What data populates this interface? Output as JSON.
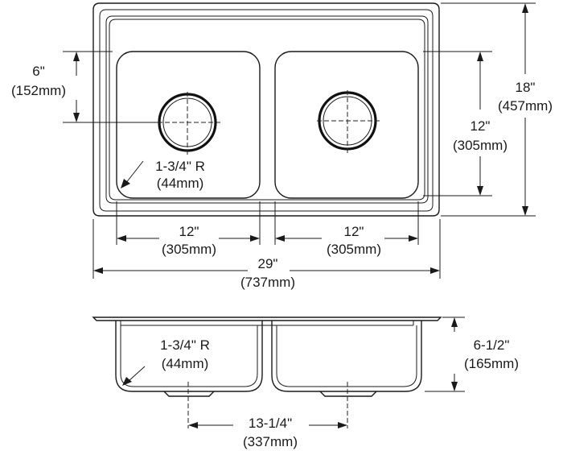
{
  "top_view": {
    "drain_offset": {
      "inch": "6\"",
      "mm": "(152mm)"
    },
    "overall_depth": {
      "inch": "18\"",
      "mm": "(457mm)"
    },
    "bowl_front_back": {
      "inch": "12\"",
      "mm": "(305mm)"
    },
    "corner_radius": {
      "inch": "1-3/4\" R",
      "mm": "(44mm)"
    },
    "left_bowl_width": {
      "inch": "12\"",
      "mm": "(305mm)"
    },
    "right_bowl_width": {
      "inch": "12\"",
      "mm": "(305mm)"
    },
    "overall_width": {
      "inch": "29\"",
      "mm": "(737mm)"
    }
  },
  "side_view": {
    "corner_radius": {
      "inch": "1-3/4\" R",
      "mm": "(44mm)"
    },
    "bowl_depth": {
      "inch": "6-1/2\"",
      "mm": "(165mm)"
    },
    "drain_spacing": {
      "inch": "13-1/4\"",
      "mm": "(337mm)"
    }
  }
}
